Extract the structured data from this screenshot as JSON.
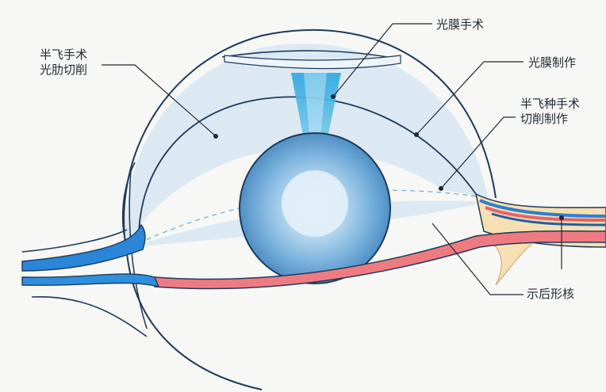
{
  "labels": {
    "top_left_line1": "半飞手术",
    "top_left_line2": "光肋切削",
    "top_center": "光膜手术",
    "right_upper": "光膜制作",
    "right_middle_line1": "半飞种手术",
    "right_middle_line2": "切削制作",
    "right_lower": "示后形核"
  },
  "colors": {
    "outline": "#1e3a5c",
    "cornea_fill": "#dbe8f1",
    "laser_beam": "#3fb6e6",
    "iris": "#5b9fd0",
    "artery": "#e8626a",
    "vein": "#2a7fd0",
    "nerve": "#f3d9a8"
  }
}
